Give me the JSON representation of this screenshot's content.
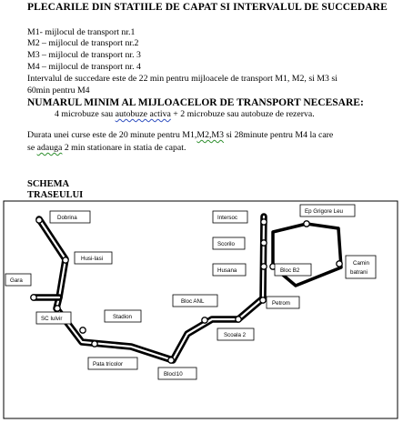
{
  "heading": "PLECARILE DIN STATIILE  DE CAPAT SI INTERVALUL  DE SUCCEDARE",
  "lines": {
    "m1": "M1- mijlocul de transport nr.1",
    "m2": "M2 – mijlocul de transport nr.2",
    "m3": "M3 – mijlocul de transport nr. 3",
    "m4": "M4 – mijlocul de transport nr. 4",
    "interval1": "Intervalul de succedare este de 22 min pentru mijloacele de transport M1, M2, si M3 si",
    "interval2": "60min pentru M4"
  },
  "numar": {
    "title": "NUMARUL MINIM AL MIJLOACELOR DE TRANSPORT NECESARE:",
    "detail_pre": "4 microbuze sau ",
    "detail_ul": "autobuze  activa",
    "detail_post": " + 2 microbuze sau autobuze de rezerva."
  },
  "durata": {
    "l1_pre": "Durata unei curse este de 20 minute pentru M1,",
    "l1_ul": "M2,M3",
    "l1_post": " si 28minute pentru M4 la care",
    "l2_pre": "se ",
    "l2_ul": "adauga",
    "l2_post": " 2 min stationare in statia de capat."
  },
  "schema": {
    "title1": "SCHEMA",
    "title2": "TRASEULUI"
  },
  "stations": {
    "dobrina": "Dobrina",
    "husi_iasi": "Husi-Iasi",
    "gara": "Gara",
    "sc_iulvir": "SC Iulvir",
    "stadion": "Stadion",
    "pata_tricolor": "Pata tricolor",
    "bloc_i10": "BlocI10",
    "bloc_anl": "Bloc ANL",
    "scoala2": "Scoala 2",
    "petrom": "Petrom",
    "intersoc": "Intersoc",
    "scorilo": "Scorilo",
    "husana": "Husana",
    "bloc_b2": "Bloc B2",
    "ep_grigore": "Ep Grigore Leu",
    "camin1": "Camin",
    "camin2": "batrani"
  }
}
